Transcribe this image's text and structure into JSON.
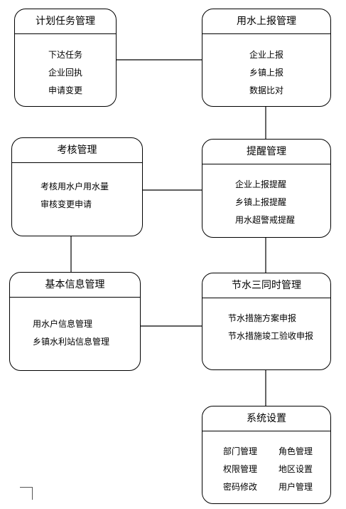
{
  "plan_mgmt": {
    "title": "计划任务管理",
    "items": [
      "下达任务",
      "企业回执",
      "申请变更"
    ]
  },
  "water_report": {
    "title": "用水上报管理",
    "items": [
      "企业上报",
      "乡镇上报",
      "数据比对"
    ]
  },
  "assessment": {
    "title": "考核管理",
    "items": [
      "考核用水户用水量",
      "审核变更申请"
    ]
  },
  "reminder": {
    "title": "提醒管理",
    "items": [
      "企业上报提醒",
      "乡镇上报提醒",
      "用水超警戒提醒"
    ]
  },
  "basic_info": {
    "title": "基本信息管理",
    "items": [
      "用水户信息管理",
      "乡镇水利站信息管理"
    ]
  },
  "water_saving": {
    "title": "节水三同时管理",
    "items": [
      "节水措施方案申报",
      "节水措施竣工验收申报"
    ]
  },
  "system_settings": {
    "title": "系统设置",
    "items": [
      "部门管理",
      "角色管理",
      "权限管理",
      "地区设置",
      "密码修改",
      "用户管理"
    ]
  }
}
